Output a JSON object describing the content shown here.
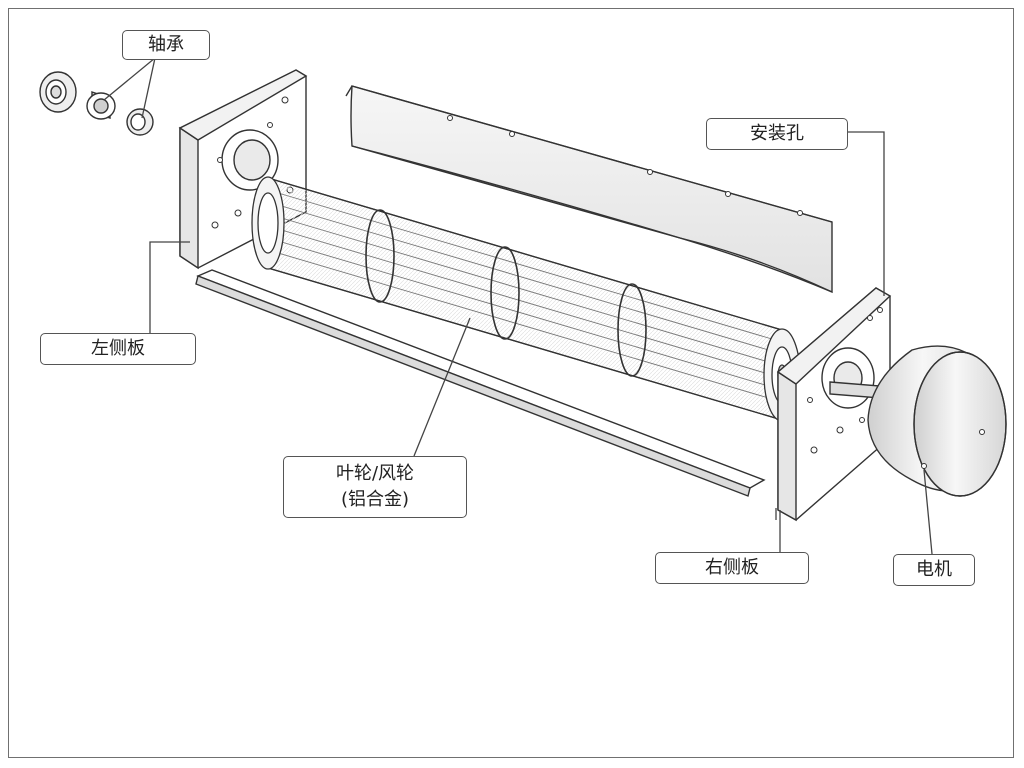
{
  "labels": {
    "bearing": "轴承",
    "mounting_hole": "安装孔",
    "left_side_plate": "左侧板",
    "impeller_line1": "叶轮/风轮",
    "impeller_line2": "(铝合金)",
    "right_side_plate": "右侧板",
    "motor": "电机"
  },
  "colors": {
    "line": "#333333",
    "leader": "#444444",
    "box_border": "#555555",
    "frame": "#707070",
    "metal_fill": "#ffffff",
    "shade": "#e8e8e8"
  }
}
